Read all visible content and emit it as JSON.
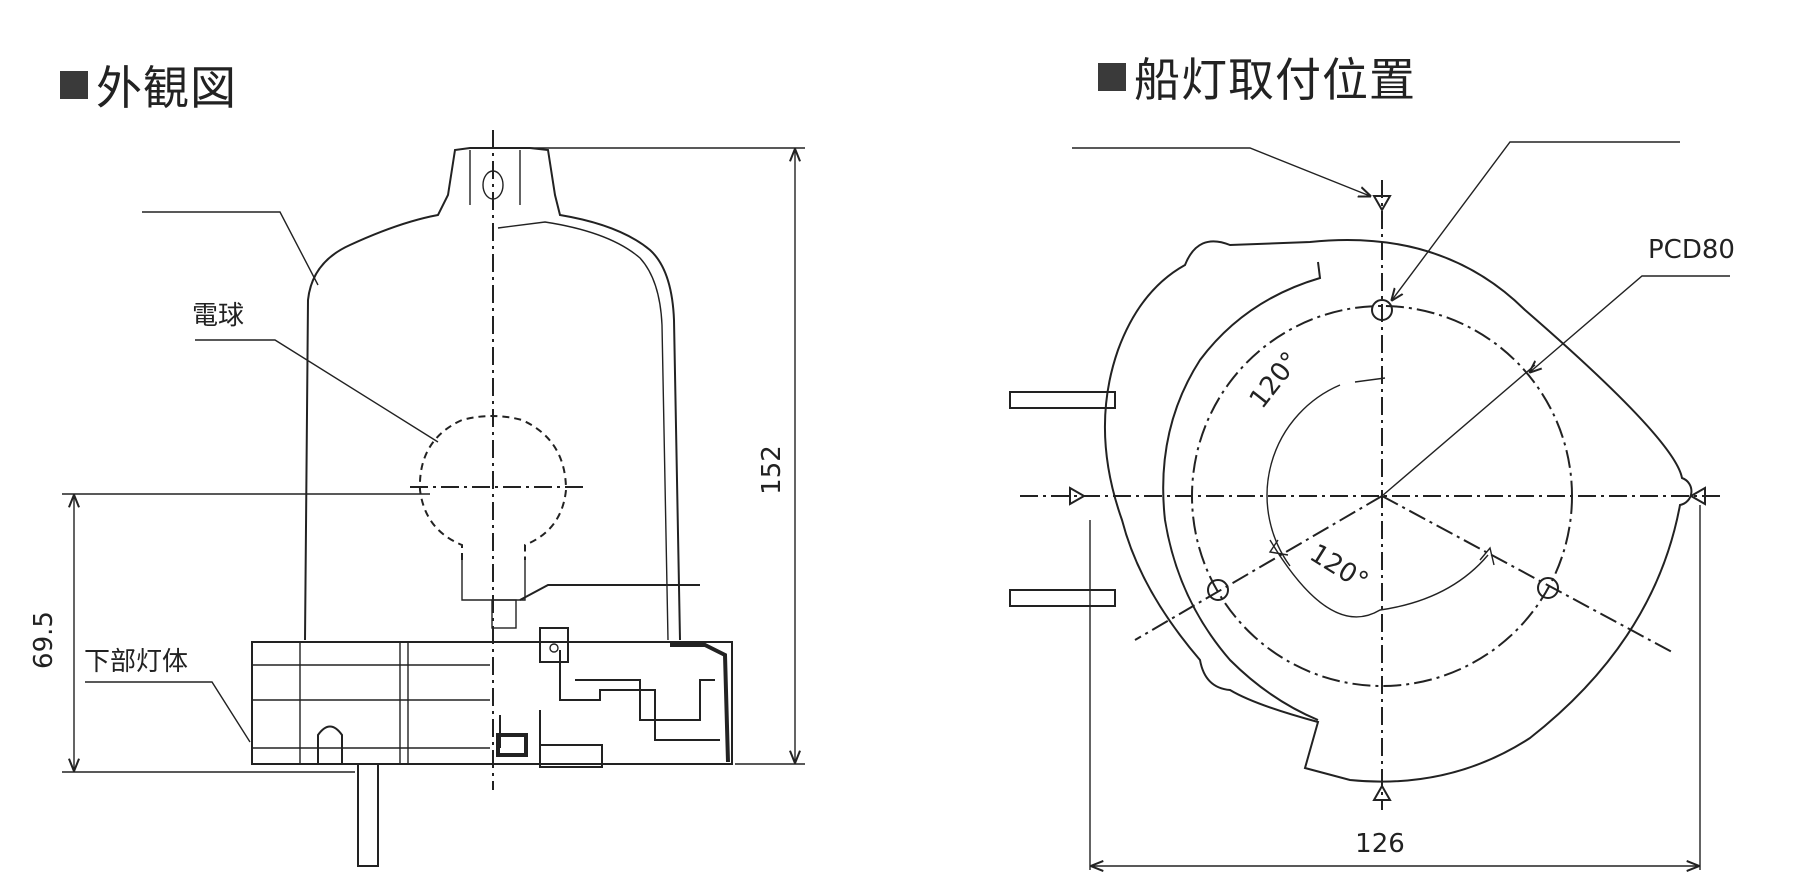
{
  "exterior": {
    "title": "外観図",
    "label_bulb": "電球",
    "label_lower_body": "下部灯体",
    "dim_height": "152",
    "dim_base_height": "69.5"
  },
  "mounting": {
    "title": "船灯取付位置",
    "label_pcd": "PCD80",
    "angle_top": "120°",
    "angle_bottom": "120°",
    "dim_width": "126"
  }
}
